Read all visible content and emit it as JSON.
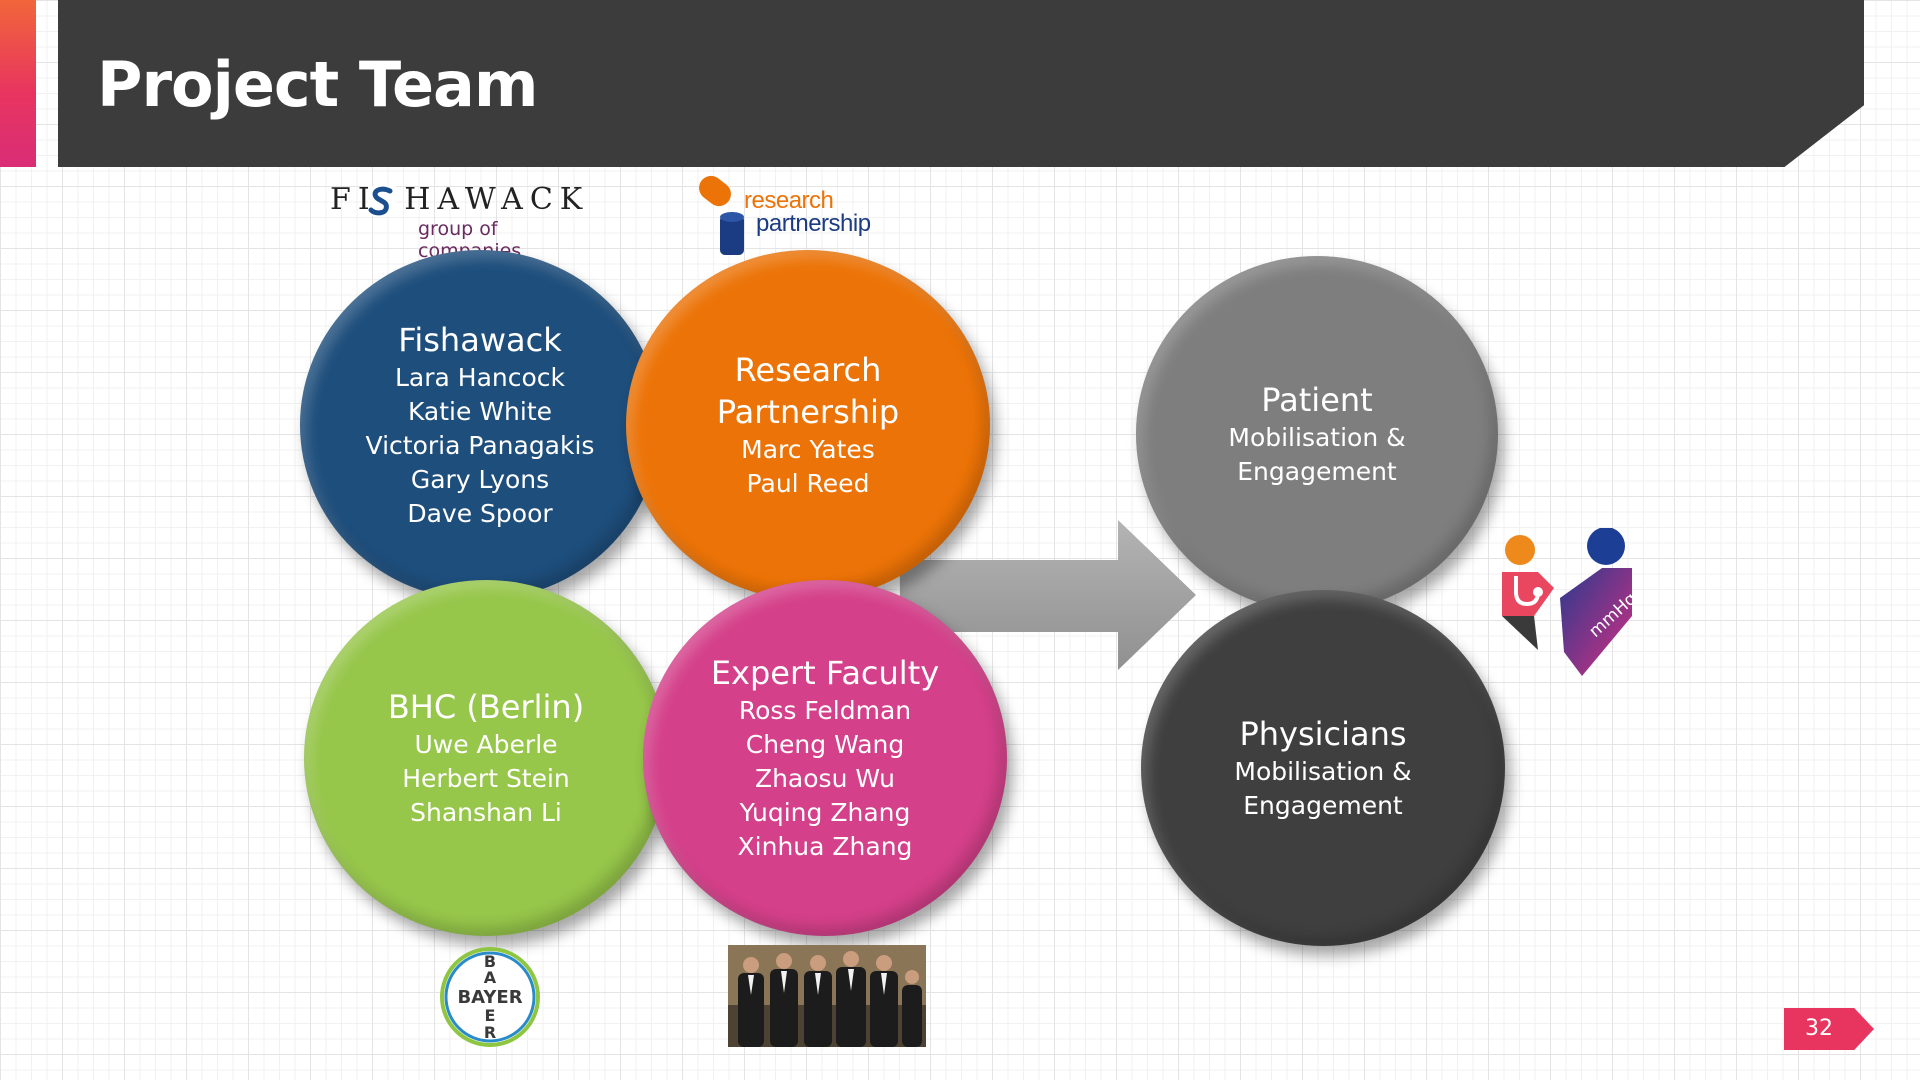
{
  "slide": {
    "title": "Project Team",
    "page_number": "32"
  },
  "logos": {
    "fishawack": {
      "name": "FISHAWACK",
      "subtitle": "group of companies"
    },
    "research_partnership": {
      "line1": "research",
      "line2": "partnership"
    },
    "bayer": {
      "text": "BAYER"
    },
    "mmhg": {
      "text": "mmHg"
    }
  },
  "circles": {
    "fishawack": {
      "title": "Fishawack",
      "members": [
        "Lara Hancock",
        "Katie White",
        "Victoria Panagakis",
        "Gary Lyons",
        "Dave Spoor"
      ],
      "color": "#1e4e7c"
    },
    "research_partnership": {
      "title_line1": "Research",
      "title_line2": "Partnership",
      "members": [
        "Marc Yates",
        "Paul Reed"
      ],
      "color": "#ec7307"
    },
    "bhc": {
      "title": "BHC (Berlin)",
      "members": [
        "Uwe Aberle",
        "Herbert Stein",
        "Shanshan Li"
      ],
      "color": "#96c64a"
    },
    "expert_faculty": {
      "title": "Expert Faculty",
      "members": [
        "Ross Feldman",
        "Cheng Wang",
        "Zhaosu Wu",
        "Yuqing Zhang",
        "Xinhua Zhang"
      ],
      "color": "#d4408a"
    },
    "patient": {
      "title": "Patient",
      "line1": "Mobilisation &",
      "line2": "Engagement",
      "color": "#7e7e7e"
    },
    "physicians": {
      "title": "Physicians",
      "line1": "Mobilisation &",
      "line2": "Engagement",
      "color": "#3f3f3f"
    }
  },
  "colors": {
    "header": "#3c3c3c",
    "accent": "#e8355f",
    "arrow": "#a6a6a6"
  }
}
